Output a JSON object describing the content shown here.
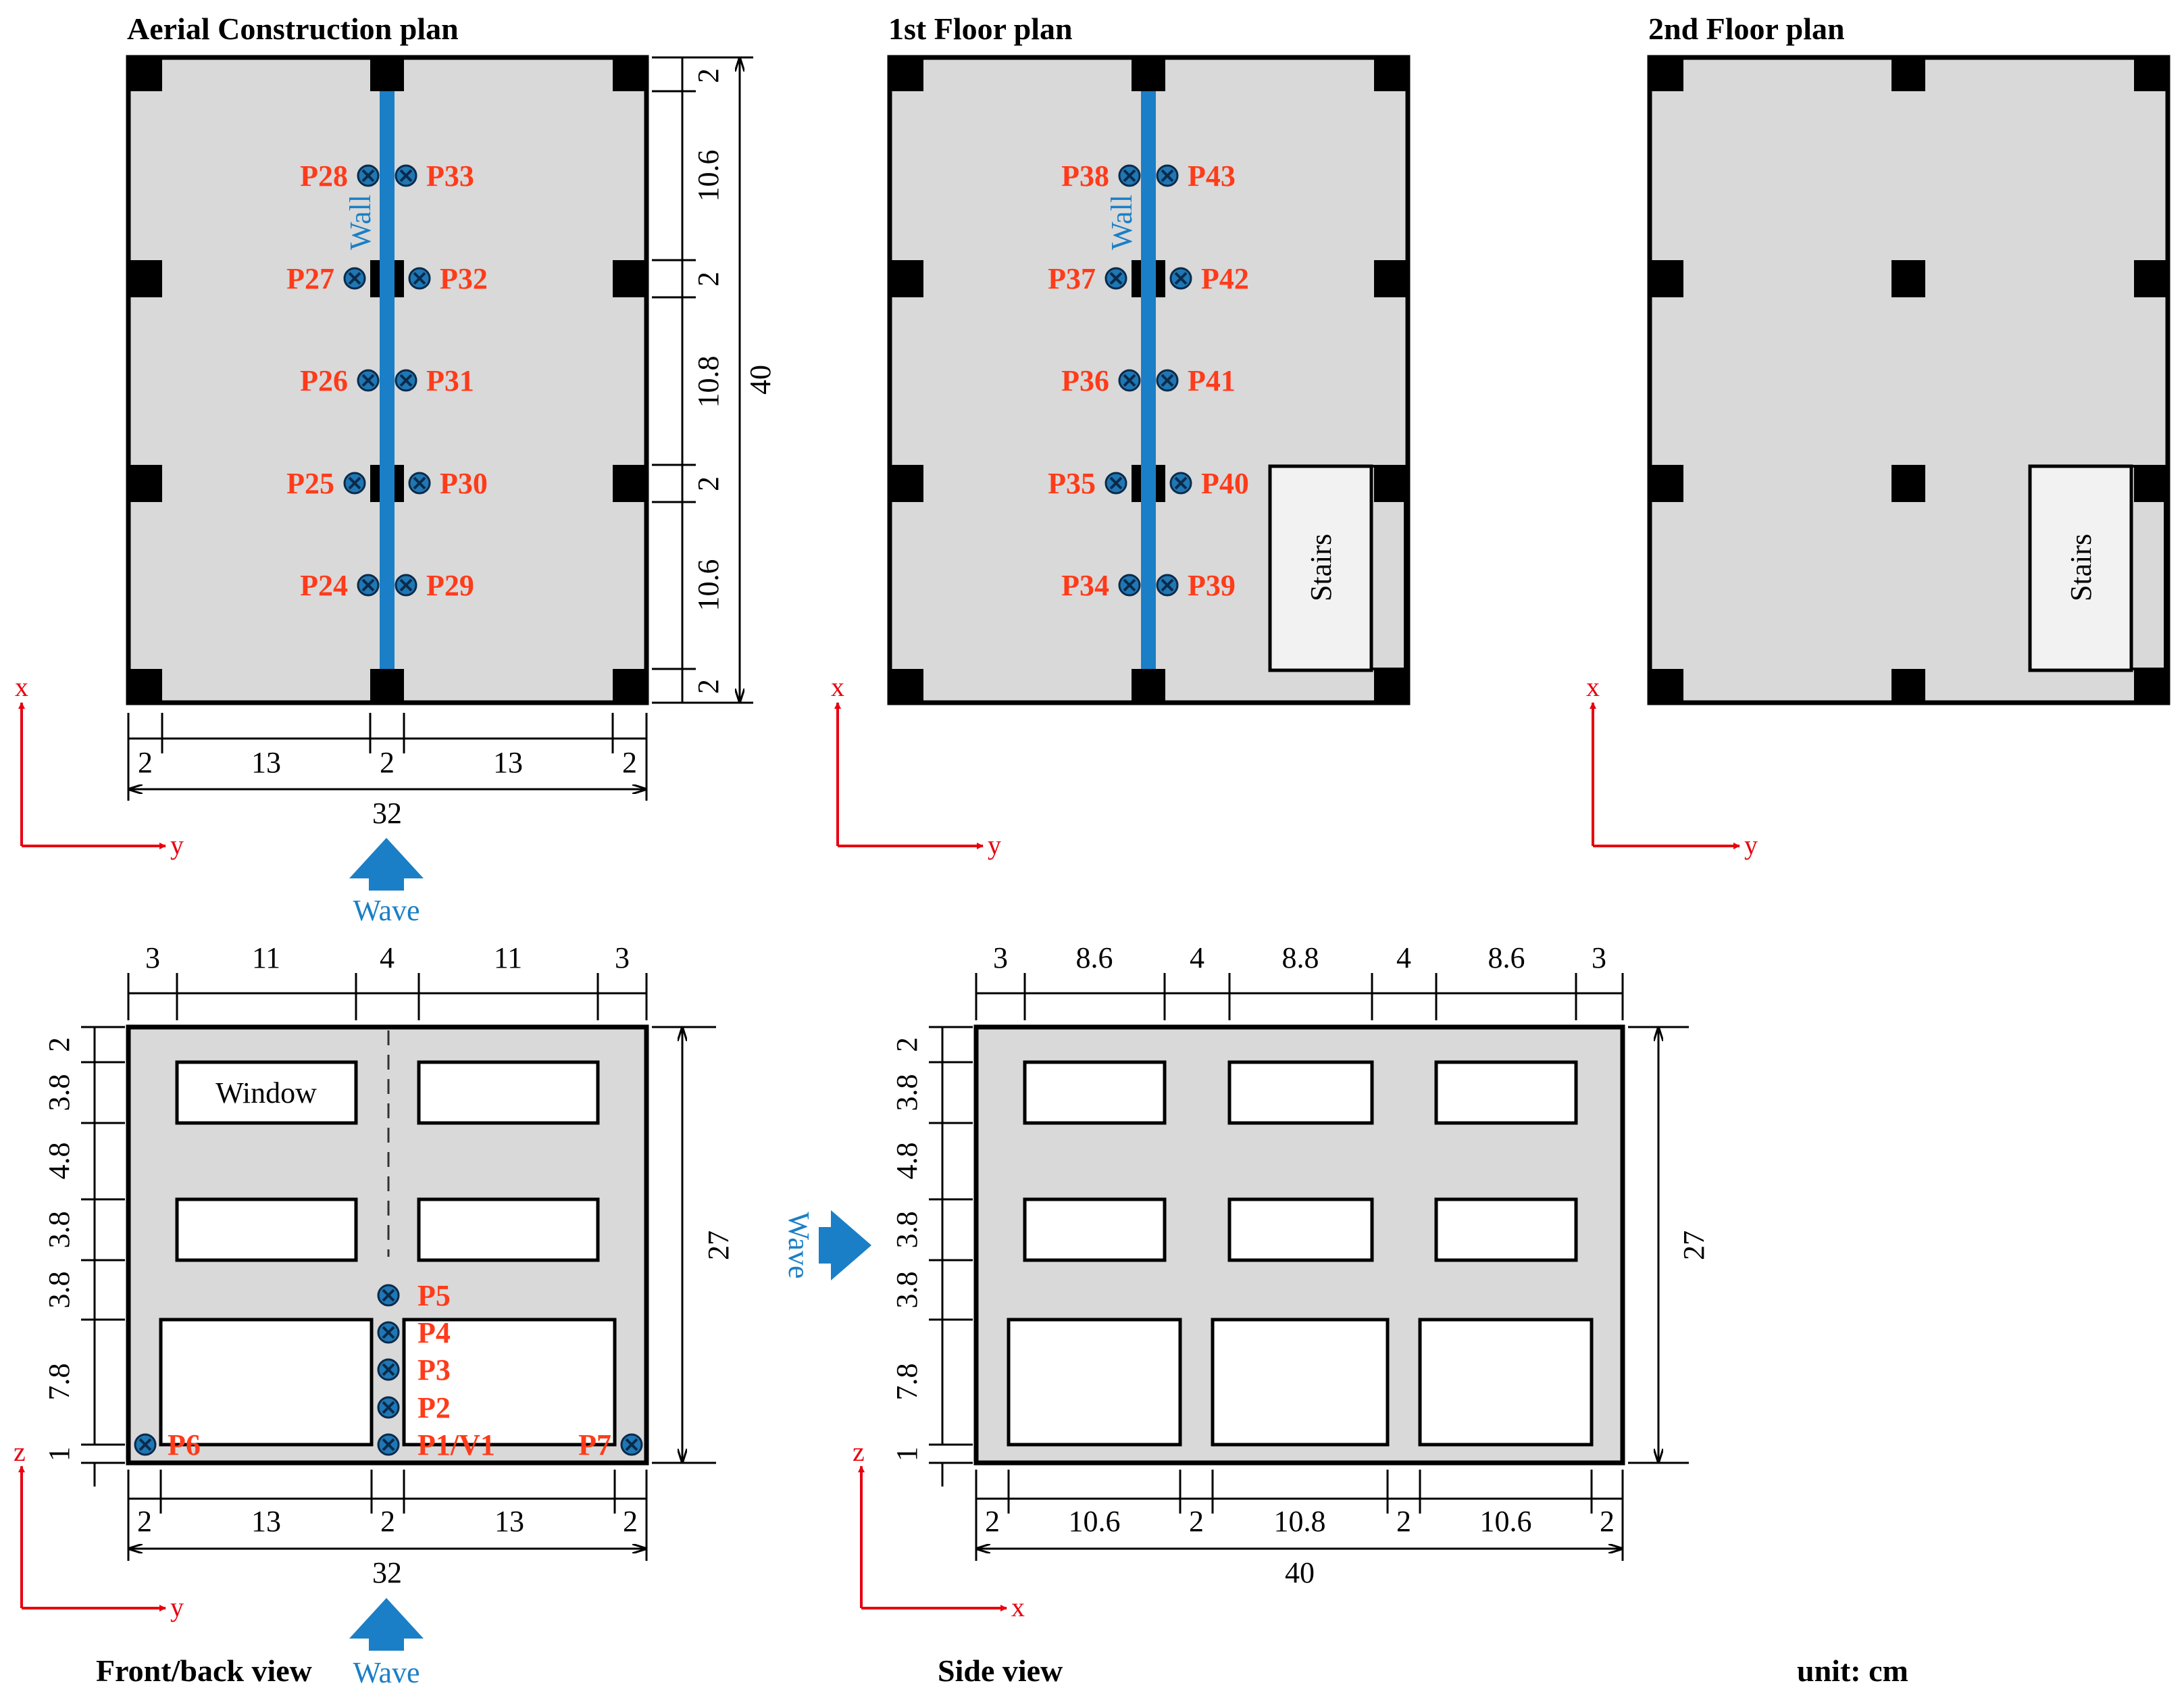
{
  "colors": {
    "floor_fill": "#d9d9d9",
    "column": "#000000",
    "wall": "#1a7fc6",
    "probe_label": "#ff3b1a",
    "axis": "#e8000e",
    "wave": "#1a7fc6",
    "probe_marker": "#1f77b4"
  },
  "panels": {
    "aerial": {
      "title": "Aerial Construction plan",
      "wall_label": "Wall",
      "probes_left": [
        "P28",
        "P27",
        "P26",
        "P25",
        "P24"
      ],
      "probes_right": [
        "P33",
        "P32",
        "P31",
        "P30",
        "P29"
      ],
      "dims_right": [
        "2",
        "10.6",
        "2",
        "10.8",
        "2",
        "10.6",
        "2"
      ],
      "dim_total_right": "40",
      "dims_bottom": [
        "2",
        "13",
        "2",
        "13",
        "2"
      ],
      "dim_total_bottom": "32",
      "axis_x": "x",
      "axis_y": "y",
      "wave_label": "Wave"
    },
    "floor1": {
      "title": "1st Floor plan",
      "wall_label": "Wall",
      "probes_left": [
        "P38",
        "P37",
        "P36",
        "P35",
        "P34"
      ],
      "probes_right": [
        "P43",
        "P42",
        "P41",
        "P40",
        "P39"
      ],
      "stairs_label": "Stairs",
      "axis_x": "x",
      "axis_y": "y"
    },
    "floor2": {
      "title": "2nd Floor plan",
      "stairs_label": "Stairs",
      "axis_x": "x",
      "axis_y": "y"
    },
    "front": {
      "title": "Front/back view",
      "wave_label": "Wave",
      "window_label": "Window",
      "dims_top": [
        "3",
        "11",
        "4",
        "11",
        "3"
      ],
      "dims_left": [
        "2",
        "3.8",
        "4.8",
        "3.8",
        "3.8",
        "7.8",
        "1"
      ],
      "dim_right": "27",
      "dims_bottom": [
        "2",
        "13",
        "2",
        "13",
        "2"
      ],
      "dim_total_bottom": "32",
      "probes": [
        "P5",
        "P4",
        "P3",
        "P2",
        "P1/V1",
        "P6",
        "P7"
      ],
      "axis_z": "z",
      "axis_y": "y"
    },
    "side": {
      "title": "Side view",
      "wave_label": "Wave",
      "dims_top": [
        "3",
        "8.6",
        "4",
        "8.8",
        "4",
        "8.6",
        "3"
      ],
      "dims_left": [
        "2",
        "3.8",
        "4.8",
        "3.8",
        "3.8",
        "7.8",
        "1"
      ],
      "dim_right": "27",
      "dims_bottom": [
        "2",
        "10.6",
        "2",
        "10.8",
        "2",
        "10.6",
        "2"
      ],
      "dim_total_bottom": "40",
      "axis_z": "z",
      "axis_x": "x"
    }
  },
  "unit_label": "unit: cm"
}
